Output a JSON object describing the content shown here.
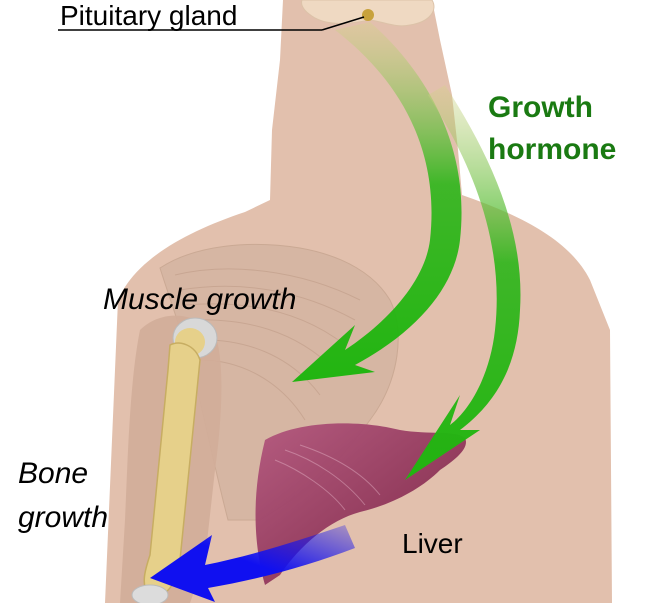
{
  "labels": {
    "pituitary": "Pituitary gland",
    "hormone_line1": "Growth",
    "hormone_line2": "hormone",
    "muscle": "Muscle growth",
    "bone_line1": "Bone",
    "bone_line2": "growth",
    "liver": "Liver"
  },
  "colors": {
    "skin": "#e2c0ad",
    "hormone_arrow": "#22b511",
    "hormone_text": "#1a7a12",
    "bone_arrow": "#1010f0",
    "muscle": "#d8b8a6",
    "bone": "#e6d08a",
    "liver": "#9a3b62"
  }
}
